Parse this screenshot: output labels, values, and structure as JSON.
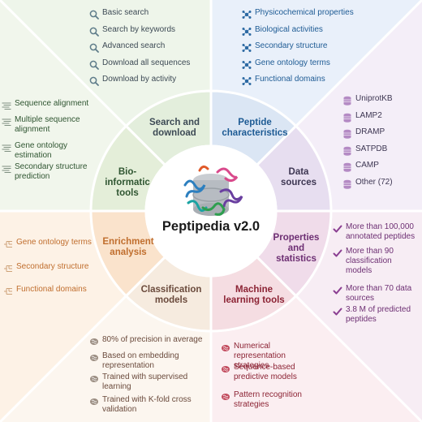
{
  "center": {
    "title": "Peptipedia v2.0"
  },
  "colors": {
    "search": "#3d4a55",
    "peptide": "#1e5b94",
    "data": "#3d3652",
    "properties": "#6d2f73",
    "ml": "#8c2334",
    "classification": "#6a4a3c",
    "enrichment": "#c06e2e",
    "bioinformatic": "#2f5531"
  },
  "segments": {
    "search": "Search and download",
    "peptide": "Peptide characteristics",
    "data": "Data sources",
    "properties": "Properties and statistics",
    "ml": "Machine learning tools",
    "classification": "Classification models",
    "enrichment": "Enrichment analysis",
    "bioinformatic": "Bio- informatic tools"
  },
  "lists": {
    "search": [
      "Basic search",
      "Search by keywords",
      "Advanced search",
      "Download all sequences",
      "Download by activity"
    ],
    "peptide": [
      "Physicochemical properties",
      "Biological activities",
      "Secondary structure",
      "Gene ontology terms",
      "Functional domains"
    ],
    "data": [
      "UniprotKB",
      "LAMP2",
      "DRAMP",
      "SATPDB",
      "CAMP",
      "Other (72)"
    ],
    "properties": [
      "More than 100,000 annotated peptides",
      "More than 90 classification models",
      "More than 70 data sources",
      "3.8 M of predicted peptides"
    ],
    "ml": [
      "Numerical representation strategies",
      "Sequence-based predictive models",
      "Pattern recognition strategies"
    ],
    "classification": [
      "80% of precision in average",
      "Based on embedding representation",
      "Trained with supervised learning",
      "Trained with K-fold cross validation"
    ],
    "enrichment": [
      "Gene ontology terms",
      "Secondary structure",
      "Functional domains"
    ],
    "bioinformatic": [
      "Sequence alignment",
      "Multiple sequence alignment",
      "Gene ontology estimation",
      "Secondary structure prediction"
    ]
  },
  "icons": {
    "search": "magnifier-icon",
    "peptide": "molecule-icon",
    "data": "database-icon",
    "properties": "checkmark-icon",
    "ml": "brain-icon",
    "classification": "brain-icon",
    "enrichment": "tree-icon",
    "bioinformatic": "alignment-icon",
    "center": "peptide-database-icon"
  }
}
